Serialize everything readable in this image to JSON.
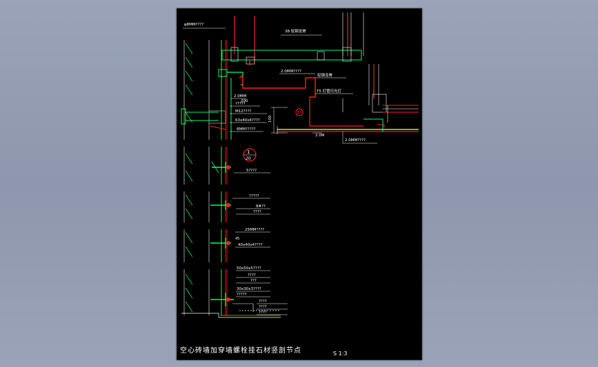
{
  "drawing": {
    "title": "空心砖墙加穿墙螺栓挂石材竖剖节点",
    "scale": "S 1:3",
    "labels": {
      "top_left": "φ8MM????",
      "keel_38": "38 轻钢龙骨",
      "thickness_20": "2.0MM????",
      "keel_light": "轻钢龙骨",
      "light_box": "T5 灯管日光灯",
      "dim_2": "2.0MM",
      "dim_200": "200",
      "bolt_4": "?????",
      "m12": "M12????",
      "angle_63": "63x40x4????",
      "steel_8": "8MM?????",
      "dim_100": "100",
      "dim_3": "2.0M",
      "bottom_20": "2.0MM????",
      "section_num": "1",
      "section_den": "20",
      "sec2_label": "5????",
      "sec3_a": "?????",
      "sec3_b": "8#??",
      "sec3_c": "????",
      "sec4_a": "25MM????",
      "sec4_dim": "45",
      "sec4_b": "40x40x4????",
      "sec5_a": "50x50x5????",
      "sec5_b": "????",
      "sec5_c": "???",
      "sec5_d": "30x30x3????",
      "sec5_e": "?????",
      "sec5_f": "????",
      "sec5_g": "????",
      "sec5_h": "????"
    },
    "colors": {
      "background": "#000000",
      "green": "#00ff66",
      "red": "#ff2020",
      "white": "#ffffff",
      "yellow": "#ffff66",
      "magenta": "#ff44ff"
    }
  }
}
